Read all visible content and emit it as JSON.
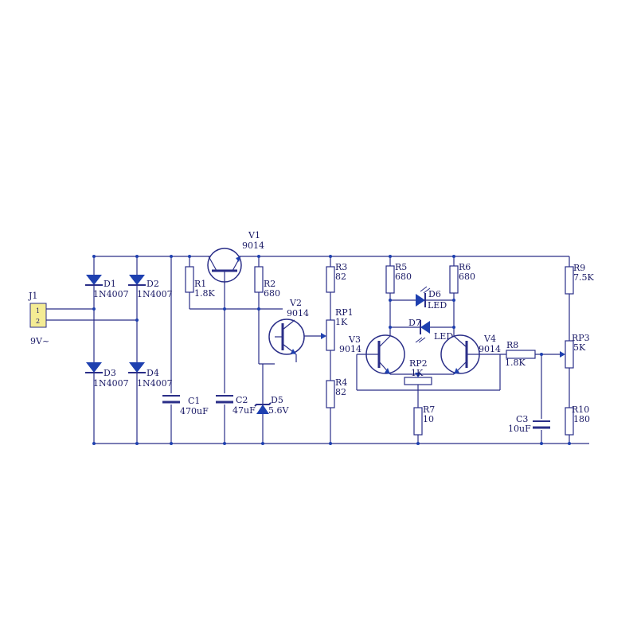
{
  "colors": {
    "wire": "#2a2e88",
    "symbol": "#1e40b0",
    "text": "#1a1a66",
    "connector_fill": "#f4ec94"
  },
  "connector": {
    "ref": "J1",
    "pin1": "1",
    "pin2": "2",
    "label": "9V~"
  },
  "diodes": [
    {
      "ref": "D1",
      "value": "1N4007"
    },
    {
      "ref": "D2",
      "value": "1N4007"
    },
    {
      "ref": "D3",
      "value": "1N4007"
    },
    {
      "ref": "D4",
      "value": "1N4007"
    }
  ],
  "capacitors": {
    "c1": {
      "ref": "C1",
      "value": "470uF"
    },
    "c2": {
      "ref": "C2",
      "value": "47uF"
    },
    "c3": {
      "ref": "C3",
      "value": "10uF"
    }
  },
  "zener": {
    "ref": "D5",
    "value": "5.6V"
  },
  "transistors": {
    "v1": {
      "ref": "V1",
      "value": "9014"
    },
    "v2": {
      "ref": "V2",
      "value": "9014"
    },
    "v3": {
      "ref": "V3",
      "value": "9014"
    },
    "v4": {
      "ref": "V4",
      "value": "9014"
    }
  },
  "resistors": {
    "r1": {
      "ref": "R1",
      "value": "1.8K"
    },
    "r2": {
      "ref": "R2",
      "value": "680"
    },
    "r3": {
      "ref": "R3",
      "value": "82"
    },
    "r4": {
      "ref": "R4",
      "value": "82"
    },
    "r5": {
      "ref": "R5",
      "value": "680"
    },
    "r6": {
      "ref": "R6",
      "value": "680"
    },
    "r7": {
      "ref": "R7",
      "value": "10"
    },
    "r8": {
      "ref": "R8",
      "value": "1.8K"
    },
    "r9": {
      "ref": "R9",
      "value": "7.5K"
    },
    "r10": {
      "ref": "R10",
      "value": "180"
    }
  },
  "pots": {
    "rp1": {
      "ref": "RP1",
      "value": "1K"
    },
    "rp2": {
      "ref": "RP2",
      "value": "1K"
    },
    "rp3": {
      "ref": "RP3",
      "value": "5K"
    }
  },
  "leds": {
    "d6": {
      "ref": "D6",
      "value": "LED"
    },
    "d7": {
      "ref": "D7",
      "value": "LED"
    }
  }
}
